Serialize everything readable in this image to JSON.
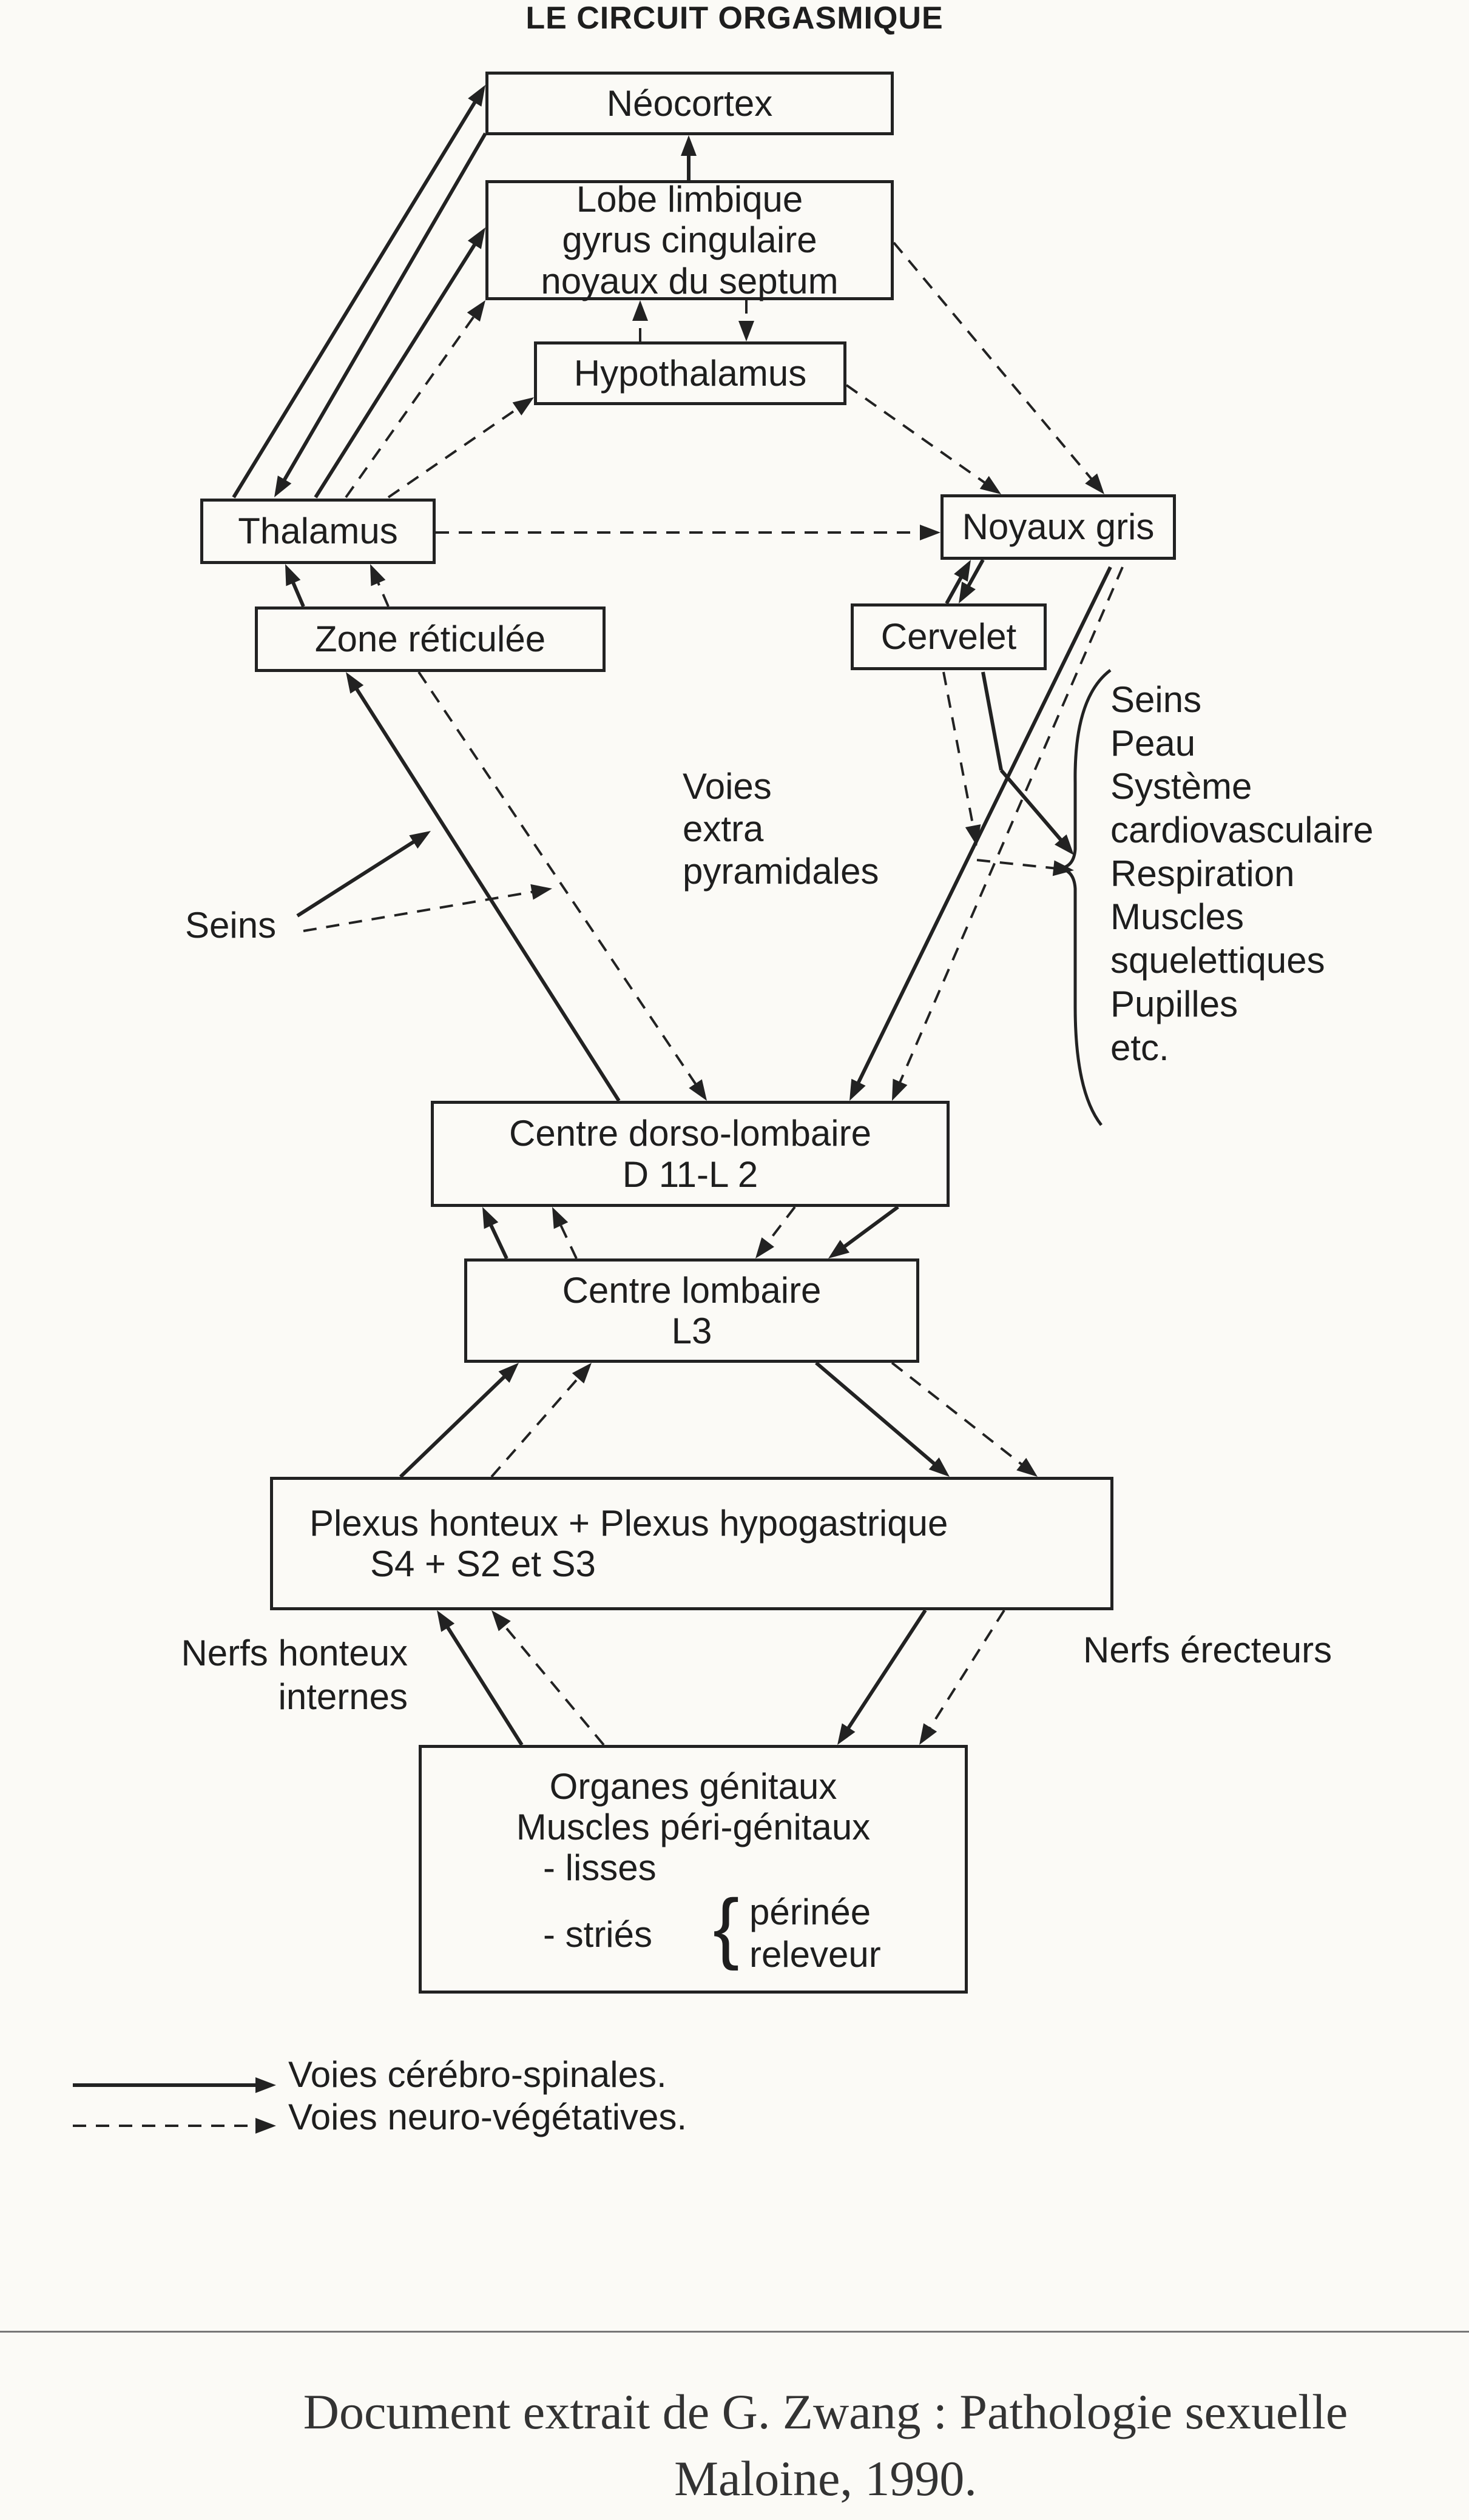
{
  "title": "LE CIRCUIT ORGASMIQUE",
  "boxes": {
    "neocortex": "Néocortex",
    "lobe_limbique": [
      "Lobe limbique",
      "gyrus cingulaire",
      "noyaux du septum"
    ],
    "hypothalamus": "Hypothalamus",
    "thalamus": "Thalamus",
    "noyaux_gris": "Noyaux gris",
    "zone_reticulee": "Zone réticulée",
    "cervelet": "Cervelet",
    "centre_dorso_lombaire": [
      "Centre dorso-lombaire",
      "D 11-L 2"
    ],
    "centre_lombaire": [
      "Centre lombaire",
      "L3"
    ],
    "plexus": [
      "Plexus honteux + Plexus hypogastrique",
      "S4 + S2 et S3"
    ],
    "organes": {
      "line1": "Organes génitaux",
      "line2": "Muscles péri-génitaux",
      "lisses": "- lisses",
      "stries": "- striés",
      "perinee": "périnée",
      "releveur": "releveur"
    }
  },
  "labels": {
    "seins_left": "Seins",
    "voies_extra": [
      "Voies",
      "extra",
      "pyramidales"
    ],
    "nerfs_honteux": [
      "Nerfs honteux",
      "internes"
    ],
    "nerfs_erecteurs": "Nerfs érecteurs",
    "right_list": [
      "Seins",
      "Peau",
      "Système",
      "cardiovasculaire",
      "Respiration",
      "Muscles",
      "squelettiques",
      "Pupilles",
      "etc."
    ]
  },
  "legend": {
    "solid": "Voies cérébro-spinales.",
    "dashed": "Voies neuro-végétatives."
  },
  "footer": {
    "line1": "Document extrait de G. Zwang : Pathologie sexuelle",
    "line2": "Maloine, 1990."
  }
}
